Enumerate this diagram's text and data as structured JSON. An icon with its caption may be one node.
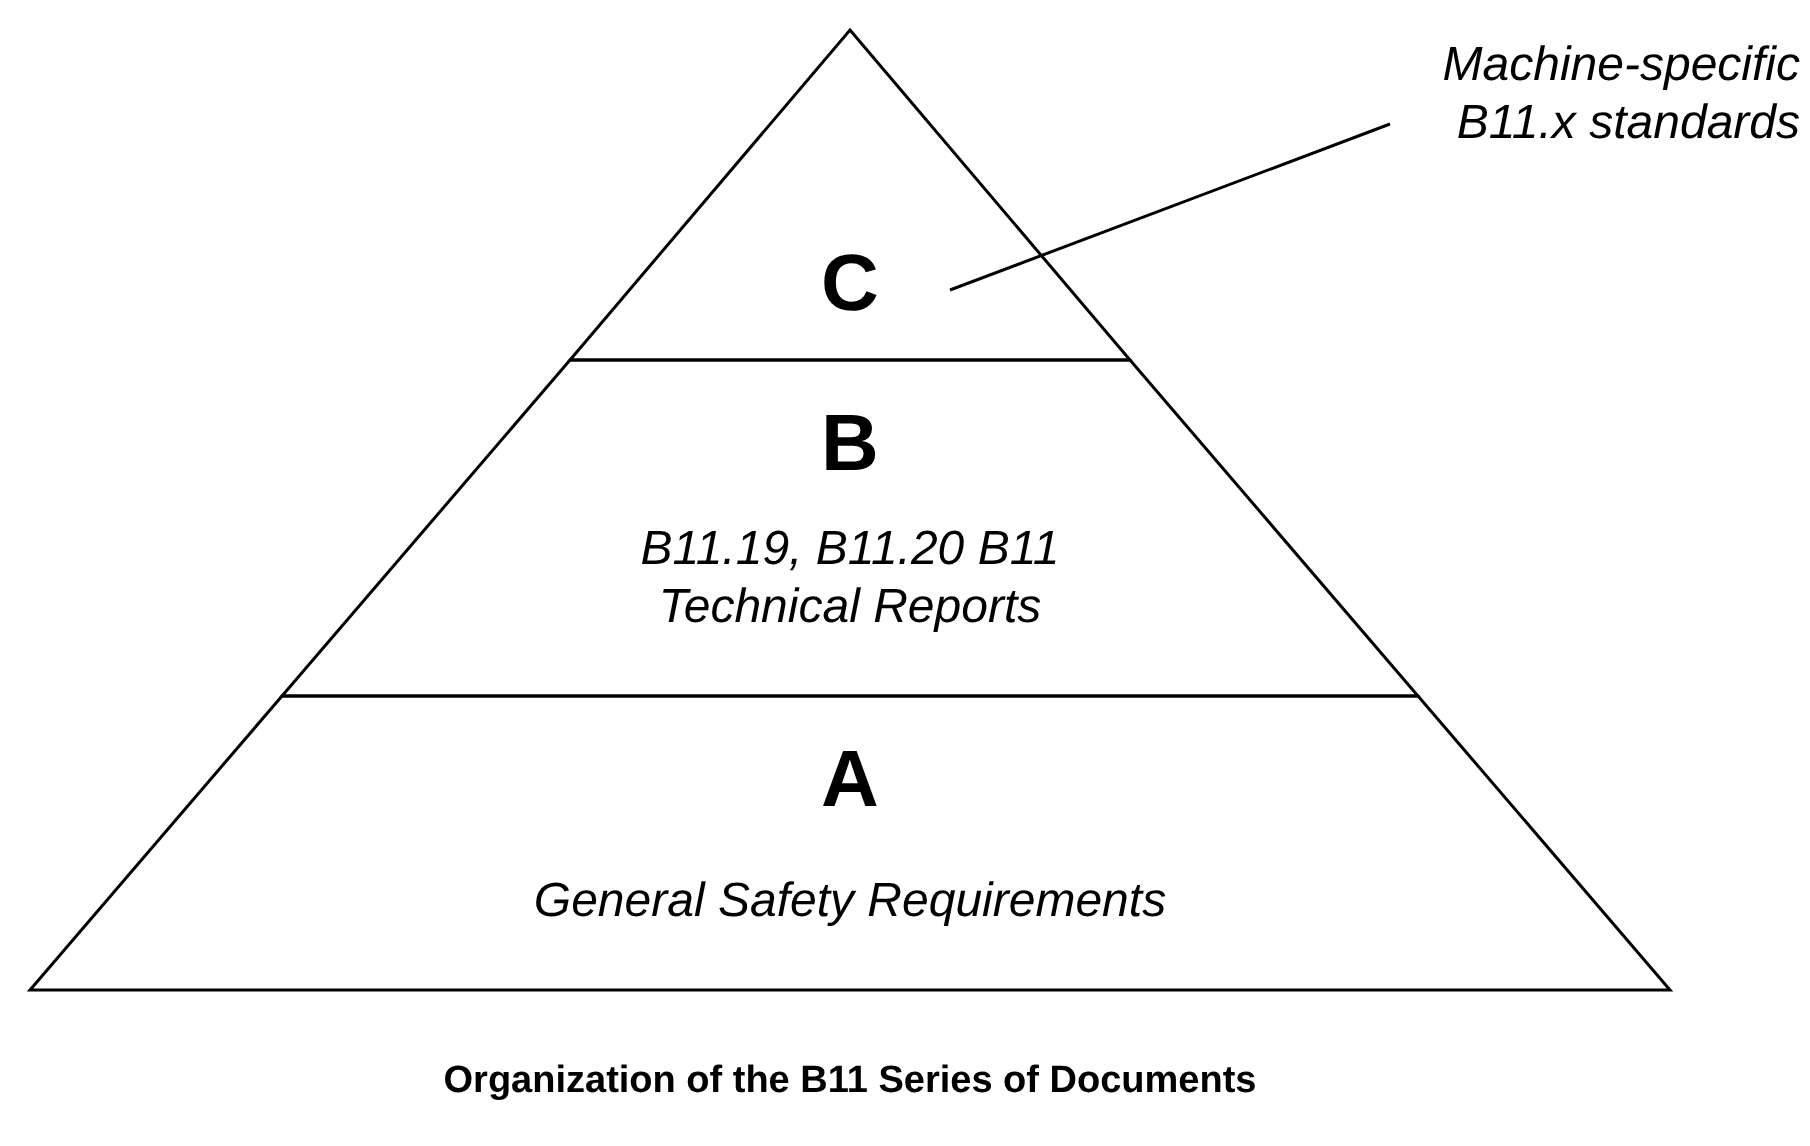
{
  "diagram": {
    "caption": "Organization of the B11 Series of Documents",
    "nodes": [
      {
        "text": [
          "C"
        ]
      },
      {
        "text": [
          "B",
          "B11.19, B11.20 B11 Technical Reports"
        ]
      },
      {
        "text": [
          "A",
          "General Safety Requirements"
        ]
      },
      {
        "text": [
          "Machine-specific B11.x standards"
        ]
      }
    ],
    "edges": [
      {
        "from": 3,
        "to": 0,
        "arrow": "none"
      }
    ]
  }
}
